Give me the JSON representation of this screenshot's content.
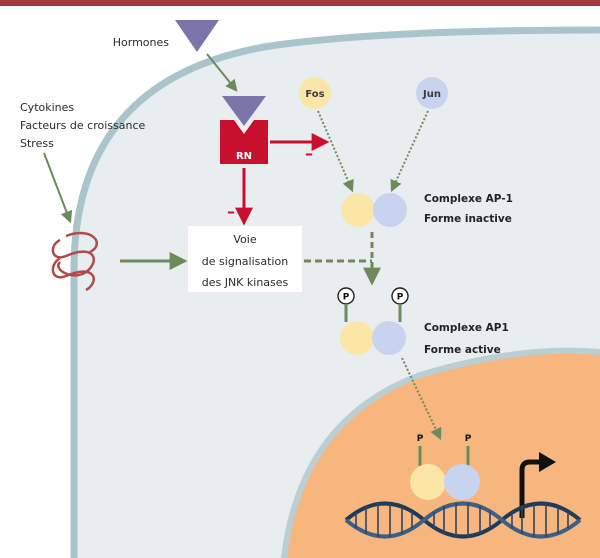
{
  "labels": {
    "hormones": "Hormones",
    "stimuli": [
      "Cytokines",
      "Facteurs de croissance",
      "Stress"
    ],
    "rn": "RN",
    "fos": "Fos",
    "jun": "Jun",
    "ap1_inactive": [
      "Complexe AP-1",
      "Forme inactive"
    ],
    "jnk": [
      "Voie",
      "de signalisation",
      "des JNK kinases"
    ],
    "ap1_active": [
      "Complexe AP1",
      "Forme active"
    ],
    "phospho": "P",
    "inhibit": "–"
  },
  "colors": {
    "top_bar": "#a03a3e",
    "cytoplasm": "#e8eef0",
    "membrane": "#a9c4ca",
    "nucleus": "#f6b67e",
    "nucleus_border": "#b9cfd3",
    "hormone": "#7c75aa",
    "receptor": "#c8102e",
    "fos": "#fbe6a8",
    "jun": "#c8d3ef",
    "arrow_green": "#6e8a5c",
    "receptor_coil": "#b34a4a"
  },
  "icons": [
    "hormone-triangle-icon",
    "nuclear-receptor-icon",
    "membrane-receptor-icon",
    "dna-helix-icon",
    "transcription-start-arrow-icon"
  ]
}
